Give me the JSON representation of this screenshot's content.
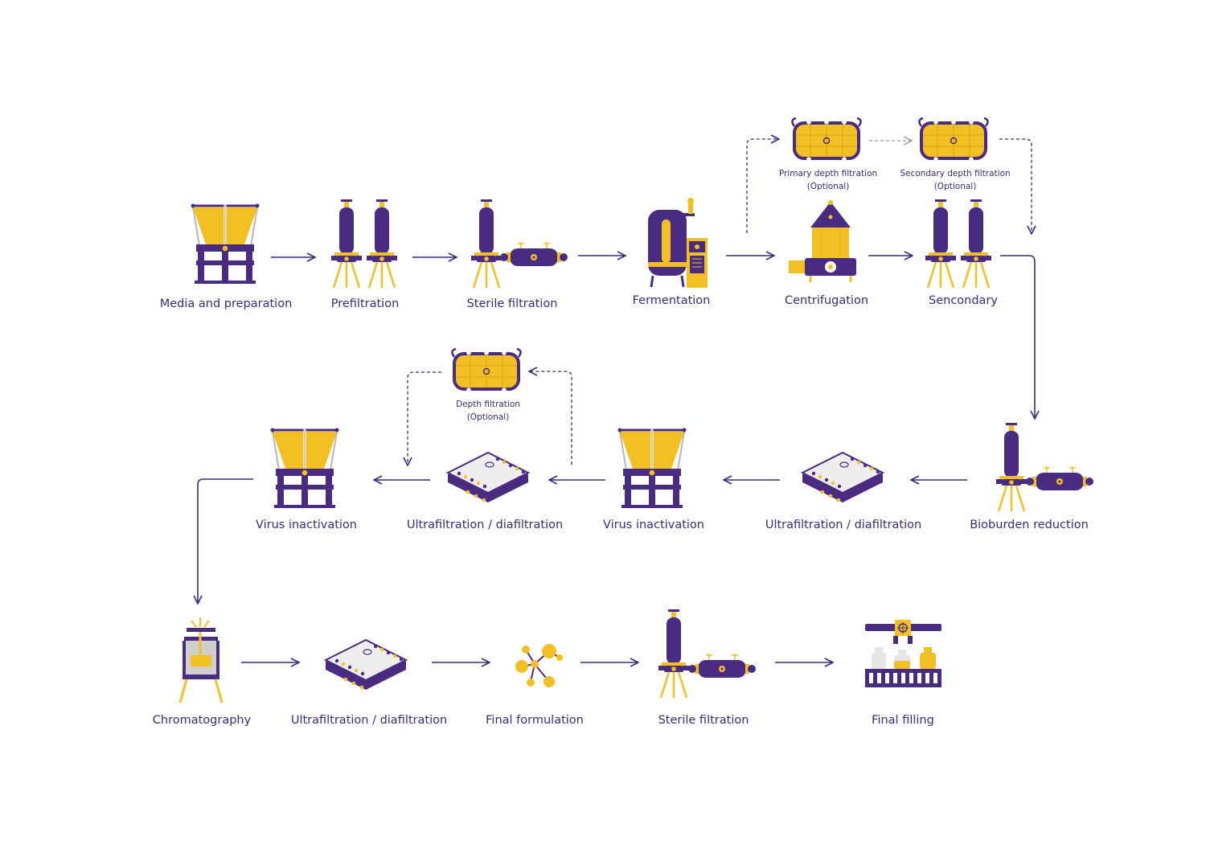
{
  "colors": {
    "purple": "#4a2b82",
    "yellow": "#f3c023",
    "text": "#3b2a78",
    "grey": "#9a9a9a"
  },
  "steps": {
    "media": {
      "label": "Media and preparation",
      "icon": "hopper-tank-icon"
    },
    "prefilt": {
      "label": "Prefiltration",
      "icon": "twin-cartridge-filter-icon"
    },
    "sterile1": {
      "label": "Sterile filtration",
      "icon": "cartridge-and-capsule-filter-icon"
    },
    "ferment": {
      "label": "Fermentation",
      "icon": "bioreactor-icon"
    },
    "centri": {
      "label": "Centrifugation",
      "icon": "centrifuge-icon"
    },
    "secondary": {
      "label": "Sencondary",
      "icon": "twin-cartridge-filter-icon"
    },
    "primdepth": {
      "label": "Primary depth filtration",
      "note": "(Optional)",
      "icon": "depth-filter-icon"
    },
    "secdepth": {
      "label": "Secondary depth filtration",
      "note": "(Optional)",
      "icon": "depth-filter-icon"
    },
    "bioburden": {
      "label": "Bioburden reduction",
      "icon": "cartridge-and-capsule-filter-icon"
    },
    "uf1": {
      "label": "Ultrafiltration / diafiltration",
      "icon": "tff-cassette-icon"
    },
    "virus1": {
      "label": "Virus inactivation",
      "icon": "hopper-tank-icon"
    },
    "uf2": {
      "label": "Ultrafiltration / diafiltration",
      "icon": "tff-cassette-icon"
    },
    "depth": {
      "label": "Depth filtration",
      "note": "(Optional)",
      "icon": "depth-filter-icon"
    },
    "virus2": {
      "label": "Virus inactivation",
      "icon": "hopper-tank-icon"
    },
    "chrom": {
      "label": "Chromatography",
      "icon": "chromatography-column-icon"
    },
    "uf3": {
      "label": "Ultrafiltration / diafiltration",
      "icon": "tff-cassette-icon"
    },
    "formulation": {
      "label": "Final formulation",
      "icon": "molecule-icon"
    },
    "sterile2": {
      "label": "Sterile filtration",
      "icon": "cartridge-and-capsule-filter-icon"
    },
    "filling": {
      "label": "Final filling",
      "icon": "vial-filling-icon"
    }
  }
}
